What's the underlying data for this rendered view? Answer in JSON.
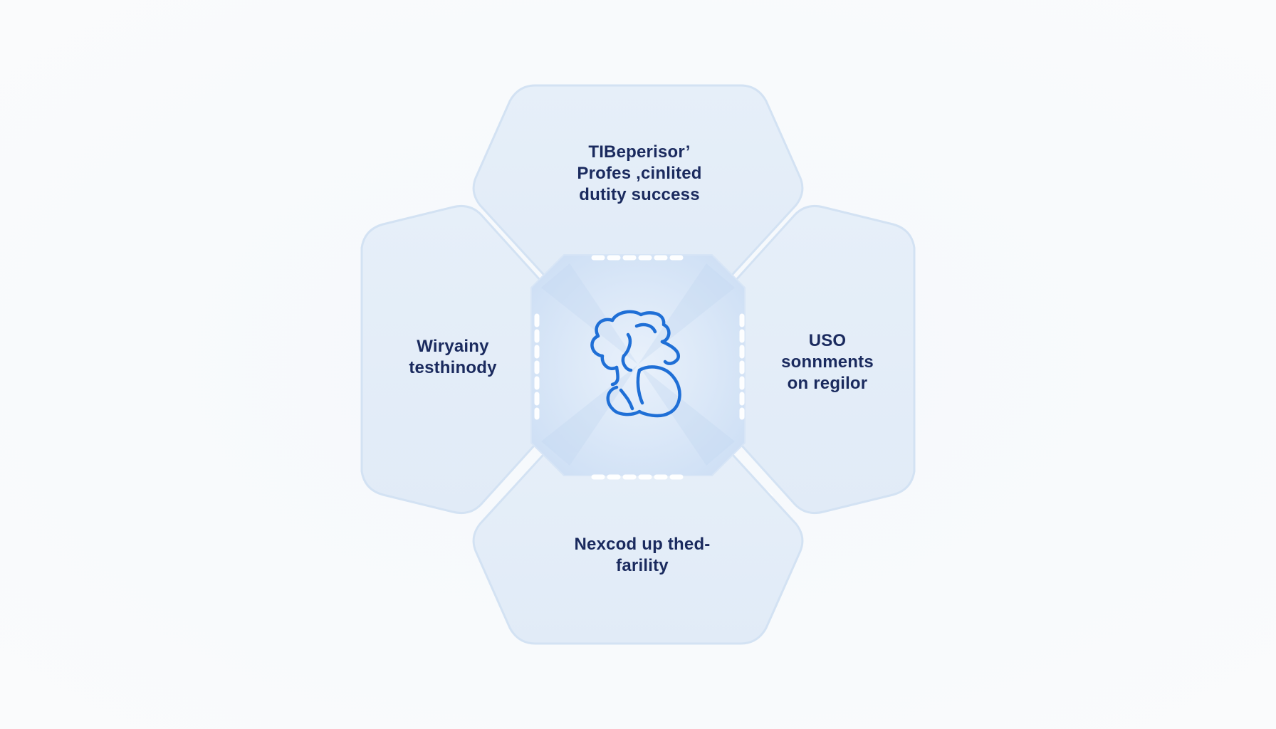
{
  "diagram": {
    "top": {
      "lines": [
        "TIBeperisor’",
        "Profes ,cinlited",
        "dutity success"
      ]
    },
    "left": {
      "lines": [
        "Wiryainy",
        "testhinody"
      ]
    },
    "right": {
      "lines": [
        "USO",
        "sonnments",
        "on regilor"
      ]
    },
    "bottom": {
      "lines": [
        "Nexcod up thed-",
        "farility"
      ]
    },
    "center": {
      "icon": "brain-head-icon"
    }
  },
  "colors": {
    "hexagon_fill": "#e3edf8",
    "hexagon_stroke": "#d3e2f3",
    "center_fill": "#d6e5f7",
    "dash": "#ffffff",
    "text": "#1a2a5e",
    "icon": "#1f6fd6"
  }
}
